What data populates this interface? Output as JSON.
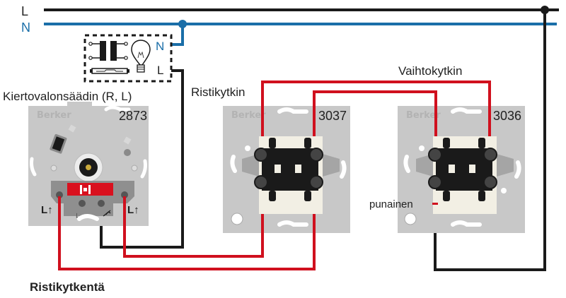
{
  "title": "Ristikytkentä",
  "supply": {
    "line_label": "L",
    "neutral_label": "N"
  },
  "load": {
    "n_label": "N",
    "l_label": "L",
    "icon": "lamp-transformer-icon"
  },
  "devices": [
    {
      "name": "Kiertovalonsäädin (R, L)",
      "brand": "Berker",
      "model": "2873",
      "terminal_left": "L↑",
      "terminal_right": "L↑",
      "terminal_down": "↓",
      "terminal_dim": "dimmer-output-icon"
    },
    {
      "name": "Ristikytkin",
      "brand": "Berker",
      "model": "3037"
    },
    {
      "name": "Vaihtokytkin",
      "brand": "Berker",
      "model": "3036",
      "terminal_note": "punainen"
    }
  ],
  "colors": {
    "line": "#1a1a1a",
    "neutral": "#1a6ea8",
    "traveler": "#d0101e",
    "plate": "#c8c8c8",
    "mechanism": "#1a1a1a",
    "insulation": "#f2efe4"
  }
}
